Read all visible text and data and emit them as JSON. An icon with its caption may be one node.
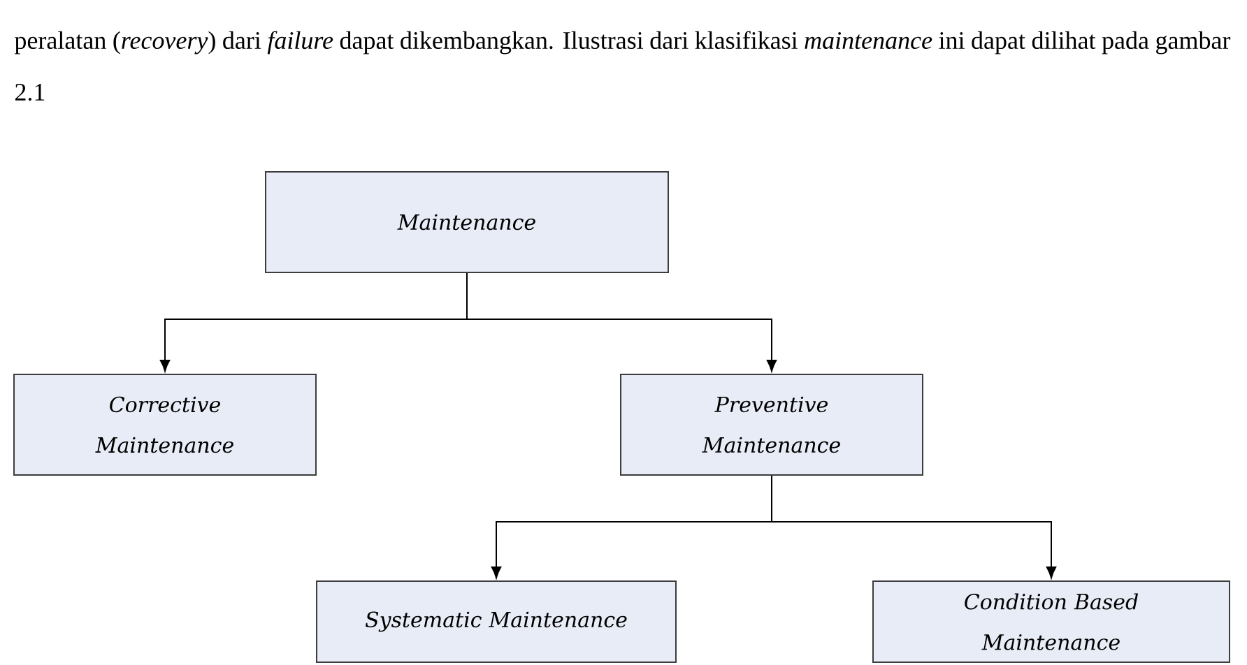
{
  "diagram": {
    "nodes": [
      {
        "text": [
          "Maintenance"
        ]
      },
      {
        "text": [
          "Corrective Maintenance"
        ]
      },
      {
        "text": [
          "Preventive Maintenance"
        ]
      },
      {
        "text": [
          "Systematic Maintenance"
        ]
      },
      {
        "text": [
          "Condition Based Maintenance"
        ]
      }
    ],
    "edges": [
      {
        "from": 0,
        "to": 1,
        "arrow": "to"
      },
      {
        "from": 0,
        "to": 2,
        "arrow": "to"
      },
      {
        "from": 2,
        "to": 3,
        "arrow": "to"
      },
      {
        "from": 2,
        "to": 4,
        "arrow": "to"
      }
    ],
    "labels": [
      "peralatan (*recovery*) dari *failure* dapat dikembangkan. Ilustrasi dari klasifikasi *maintenance* ini dapat dilihat pada gambar 2.1"
    ]
  }
}
